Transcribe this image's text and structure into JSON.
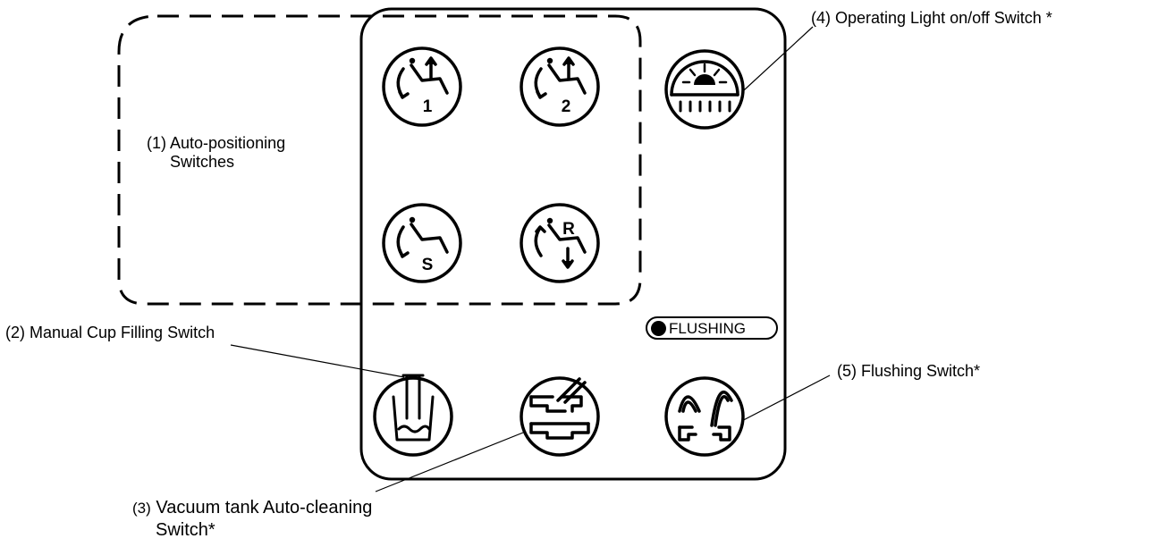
{
  "callouts": {
    "auto_positioning": {
      "number": "(1)",
      "line1": "Auto-positioning",
      "line2": "Switches"
    },
    "cup_filling": {
      "text": "(2) Manual Cup Filling Switch"
    },
    "vacuum_tank": {
      "number": "(3)",
      "line1": "Vacuum tank Auto-cleaning",
      "line2": "Switch*"
    },
    "operating_light": {
      "text": "(4) Operating Light on/off Switch *"
    },
    "flushing_switch": {
      "text": "(5) Flushing Switch*"
    }
  },
  "panel": {
    "indicator_label": "FLUSHING",
    "buttons": {
      "position_1": {
        "glyph": "1",
        "icon": "chair-position-1-icon"
      },
      "position_2": {
        "glyph": "2",
        "icon": "chair-position-2-icon"
      },
      "spit_position": {
        "glyph": "S",
        "icon": "chair-spit-position-icon"
      },
      "return_position": {
        "glyph": "R",
        "icon": "chair-return-position-icon"
      },
      "operating_light": {
        "icon": "operating-light-icon"
      },
      "cup_filling": {
        "icon": "cup-filling-icon"
      },
      "vacuum_cleaning": {
        "icon": "vacuum-tank-cleaning-icon"
      },
      "flushing": {
        "icon": "flushing-icon"
      }
    }
  }
}
